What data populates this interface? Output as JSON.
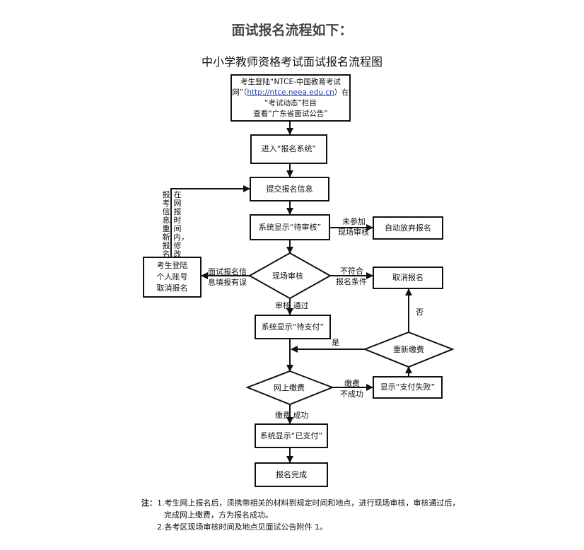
{
  "heading": "面试报名流程如下：",
  "chart_title": "中小学教师资格考试面试报名流程图",
  "nodes": {
    "login": {
      "line1": "考生登陆“NTCE-中国教育考试",
      "line2_pre": "网”（",
      "line2_link": "http://ntce.neea.edu.cn",
      "line2_post": "）在",
      "line3": "“考试动态”栏目",
      "line4": "查看“广东省面试公告”"
    },
    "enter_system": "进入“报名系统”",
    "submit_info": "提交报名信息",
    "pending_review": "系统显示“待审核”",
    "auto_abandon": "自动放弃报名",
    "onsite_review": "现场审核",
    "cancel_login": {
      "line1": "考生登陆",
      "line2": "个人账号",
      "line3": "取消报名"
    },
    "cancel_registration": "取消报名",
    "pending_payment": "系统显示“待支付”",
    "repay": "重新缴费",
    "online_payment": "网上缴费",
    "payment_failed": "显示“支付失败”",
    "paid": "系统显示“已支付”",
    "complete": "报名完成"
  },
  "edge_labels": {
    "not_attend_1": "未参加",
    "not_attend_2": "现场审核",
    "info_error_1": "面试报名信",
    "info_error_2": "息填报有误",
    "not_meet_1": "不符合",
    "not_meet_2": "报名条件",
    "review_passed": "审核 通过",
    "yes": "是",
    "no": "否",
    "pay_fail_1": "缴费",
    "pay_fail_2": "不成功",
    "pay_success": "缴费 成功",
    "modify_online": "在网报时间内，修改",
    "modify_column2": "报考信息重新报名"
  },
  "notes": {
    "prefix": "注：",
    "note1_a": "1.考生网上报名后，须携带相关的材料到规定时间和地点，进行现场审核，审核通过后，",
    "note1_b": "完成网上缴费，方为报名成功。",
    "note2": "2.各考区现场审核时间及地点见面试公告附件 1。"
  }
}
